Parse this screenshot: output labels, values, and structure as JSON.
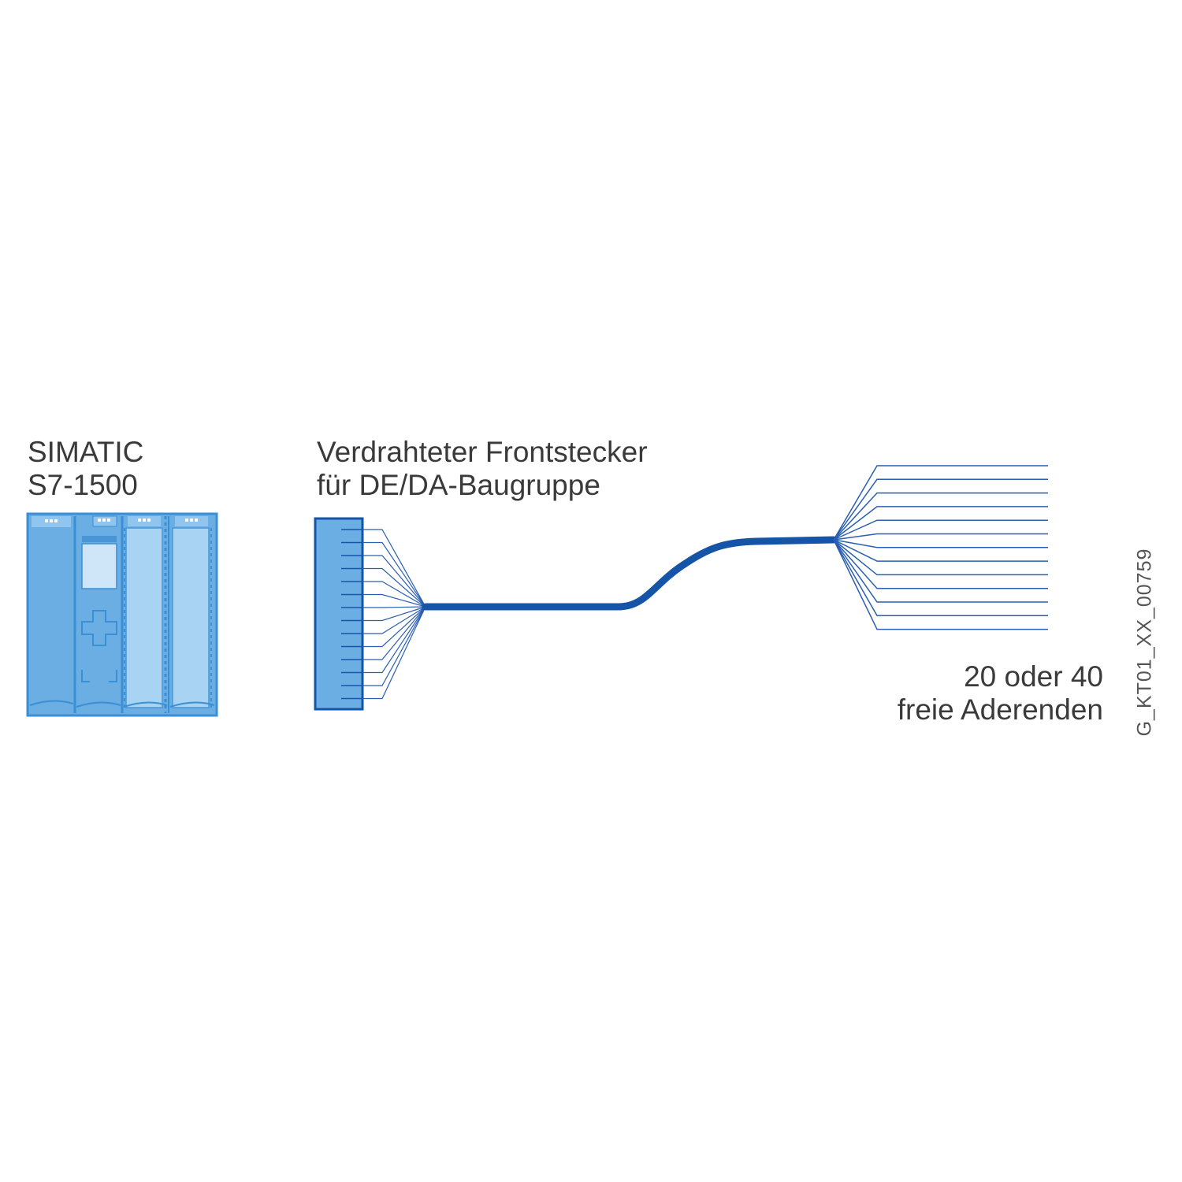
{
  "plc": {
    "line1": "SIMATIC",
    "line2": "S7-1500"
  },
  "connector": {
    "line1": "Verdrahteter Frontstecker",
    "line2": "für DE/DA-Baugruppe"
  },
  "wire_ends": {
    "line1": "20 oder 40",
    "line2": "freie Aderenden"
  },
  "figure_id": "G_KT01_XX_00759",
  "colors": {
    "module_fill": "#6aaee3",
    "module_light": "#a9d3f2",
    "module_border": "#3b8fd4",
    "cable": "#1654a8",
    "wire": "#2a5fb0",
    "text": "#3a3a3a"
  }
}
